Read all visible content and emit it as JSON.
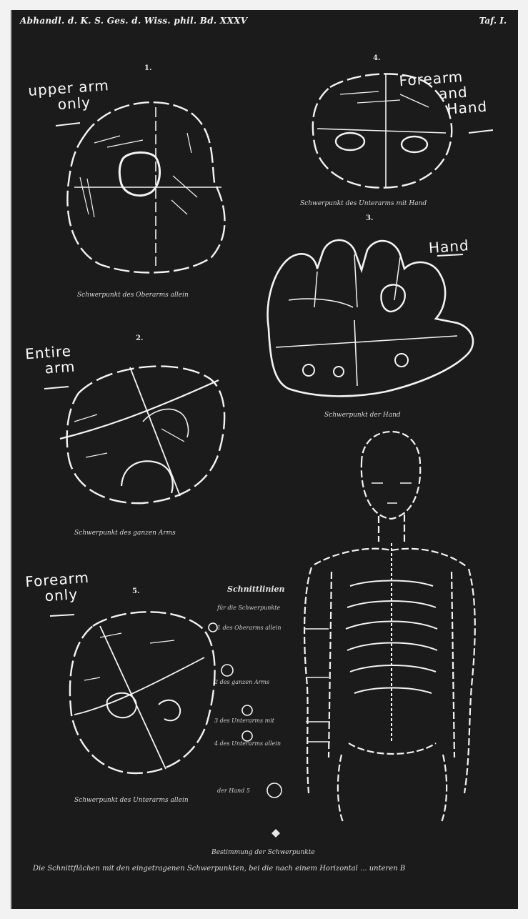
{
  "header": {
    "left": "Abhandl. d. K. S. Ges. d. Wiss. phil. Bd. XXXV",
    "right": "Taf. I."
  },
  "handwritten": {
    "upper_arm": [
      "upper arm",
      "only"
    ],
    "forearm_hand": [
      "Forearm",
      "and",
      "Hand"
    ],
    "hand": [
      "Hand"
    ],
    "entire_arm": [
      "Entire",
      "arm"
    ],
    "forearm_only": [
      "Forearm",
      "only"
    ]
  },
  "figures": {
    "fig1": {
      "num": "1.",
      "caption": "Schwerpunkt des Oberarms allein"
    },
    "fig2": {
      "num": "4.",
      "caption": "Schwerpunkt des Unterarms mit Hand"
    },
    "fig3": {
      "num": "3.",
      "caption": "Schwerpunkt der Hand"
    },
    "fig4": {
      "num": "2.",
      "caption": "Schwerpunkt des ganzen Arms"
    },
    "fig5": {
      "num": "5.",
      "caption": "Schwerpunkt des Unterarms allein"
    }
  },
  "legend": {
    "title": "Schnittlinien",
    "subtitle": "für die Schwerpunkte",
    "items": [
      "1 des Oberarms allein",
      "2 des ganzen Arms",
      "3 des Unterarms mit",
      "4 des Unterarms allein",
      "der Hand 5"
    ]
  },
  "bottom": {
    "center": "Bestimmung der Schwerpunkte",
    "line": "Die Schnittflächen mit den eingetragenen Schwerpunkten, bei die nach einem Horizontal ... unteren B"
  }
}
